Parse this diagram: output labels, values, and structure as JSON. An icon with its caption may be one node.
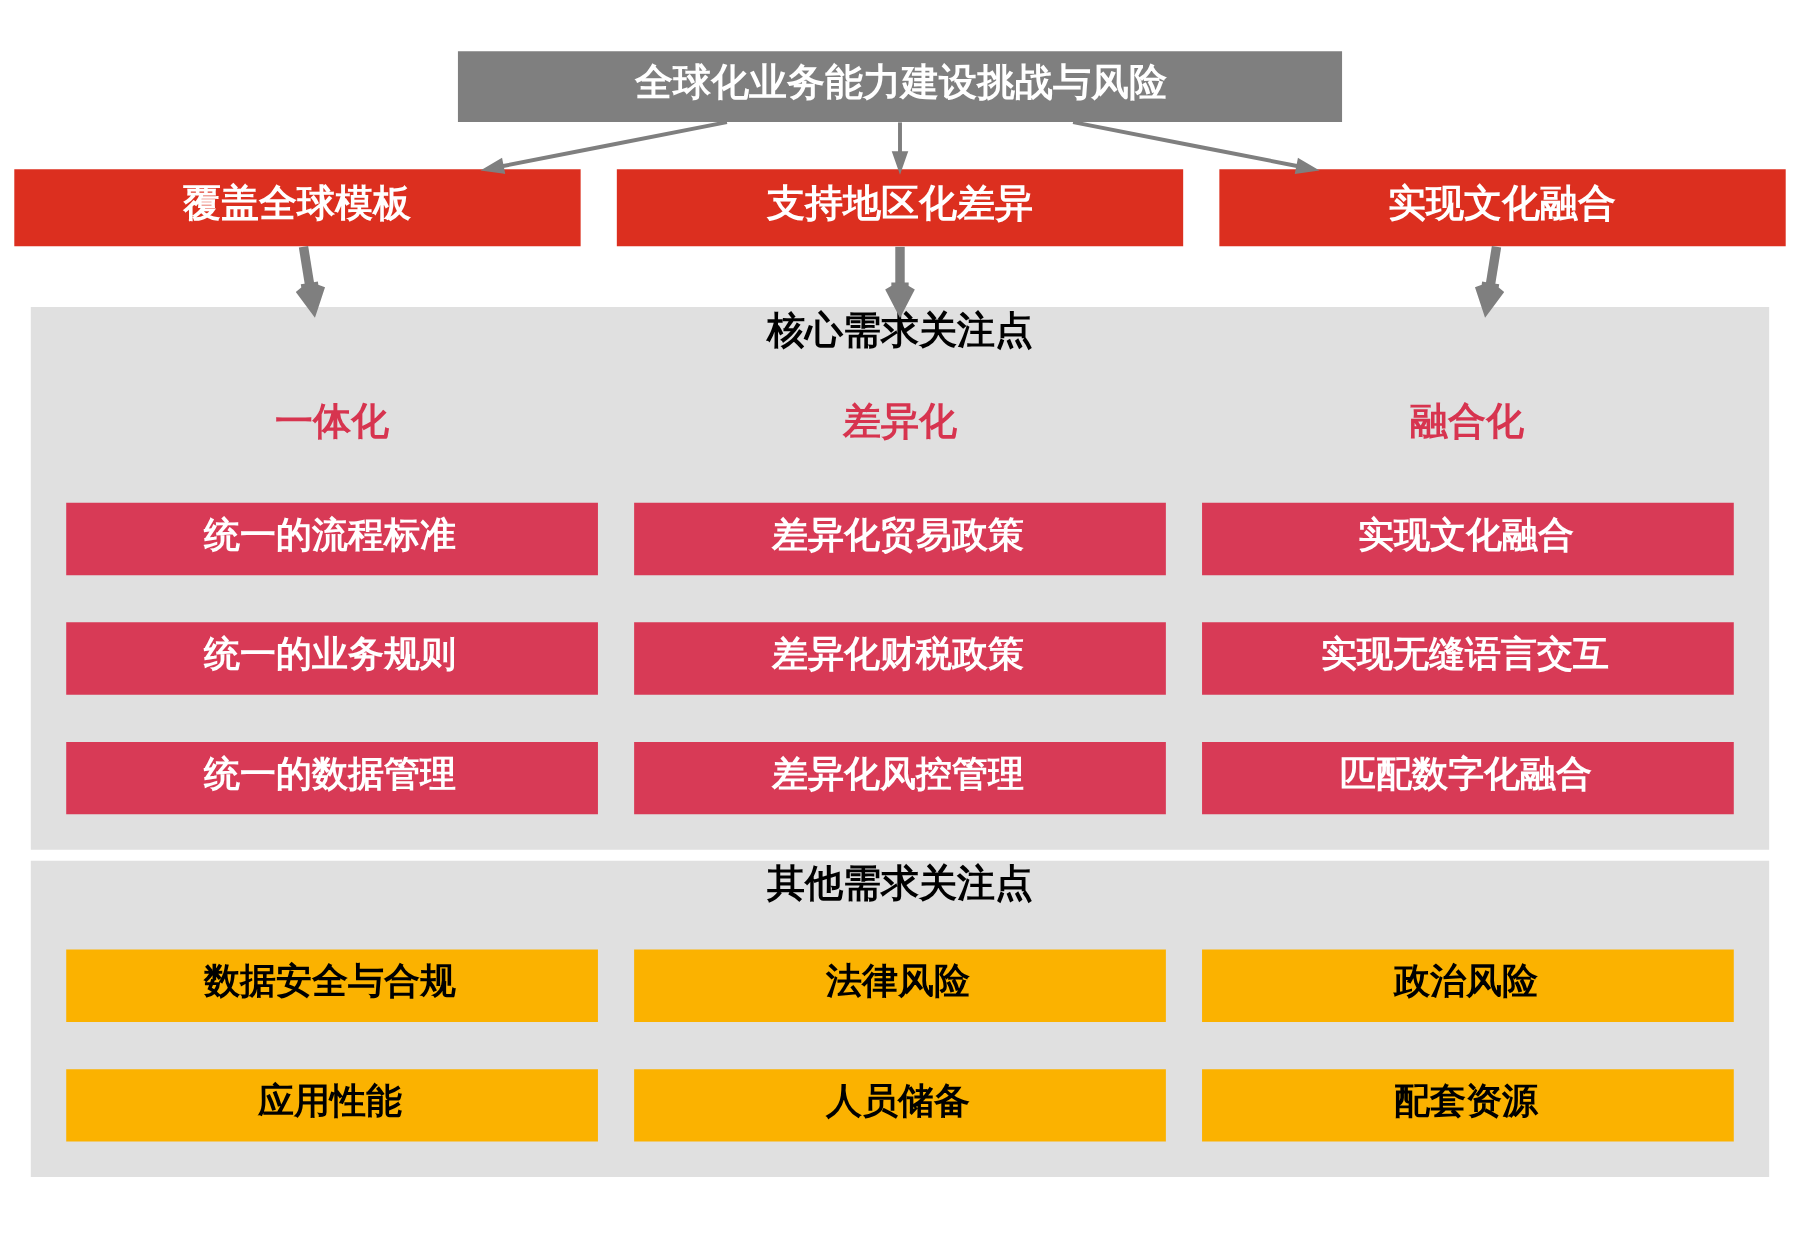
{
  "diagram": {
    "nodes": [
      {
        "text": [
          "全球化业务能力建设挑战与风险"
        ]
      },
      {
        "text": [
          "覆盖全球模板"
        ]
      },
      {
        "text": [
          "支持地区化差异"
        ]
      },
      {
        "text": [
          "实现文化融合"
        ]
      },
      {
        "text": [
          "核心需求关注点"
        ]
      },
      {
        "text": [
          "一体化"
        ],
        "in": 4
      },
      {
        "text": [
          "差异化"
        ],
        "in": 4
      },
      {
        "text": [
          "融合化"
        ],
        "in": 4
      },
      {
        "text": [
          "统一的流程标准"
        ],
        "in": 4
      },
      {
        "text": [
          "差异化贸易政策"
        ],
        "in": 4
      },
      {
        "text": [
          "实现文化融合"
        ],
        "in": 4
      },
      {
        "text": [
          "统一的业务规则"
        ],
        "in": 4
      },
      {
        "text": [
          "差异化财税政策"
        ],
        "in": 4
      },
      {
        "text": [
          "实现无缝语言交互"
        ],
        "in": 4
      },
      {
        "text": [
          "统一的数据管理"
        ],
        "in": 4
      },
      {
        "text": [
          "差异化风控管理"
        ],
        "in": 4
      },
      {
        "text": [
          "匹配数字化融合"
        ],
        "in": 4
      },
      {
        "text": [
          "其他需求关注点"
        ]
      },
      {
        "text": [
          "数据安全与合规"
        ],
        "in": 17
      },
      {
        "text": [
          "法律风险"
        ],
        "in": 17
      },
      {
        "text": [
          "政治风险"
        ],
        "in": 17
      },
      {
        "text": [
          "应用性能"
        ],
        "in": 17
      },
      {
        "text": [
          "人员储备"
        ],
        "in": 17
      },
      {
        "text": [
          "配套资源"
        ],
        "in": 17
      }
    ],
    "edges": [
      {
        "from": 0,
        "to": 1,
        "arrow": "to"
      },
      {
        "from": 0,
        "to": 2,
        "arrow": "to"
      },
      {
        "from": 0,
        "to": 3,
        "arrow": "to"
      },
      {
        "from": 1,
        "to": 4,
        "arrow": "to",
        "style": "thick"
      },
      {
        "from": 2,
        "to": 4,
        "arrow": "to",
        "style": "thick"
      },
      {
        "from": 3,
        "to": 4,
        "arrow": "to",
        "style": "thick"
      }
    ]
  }
}
